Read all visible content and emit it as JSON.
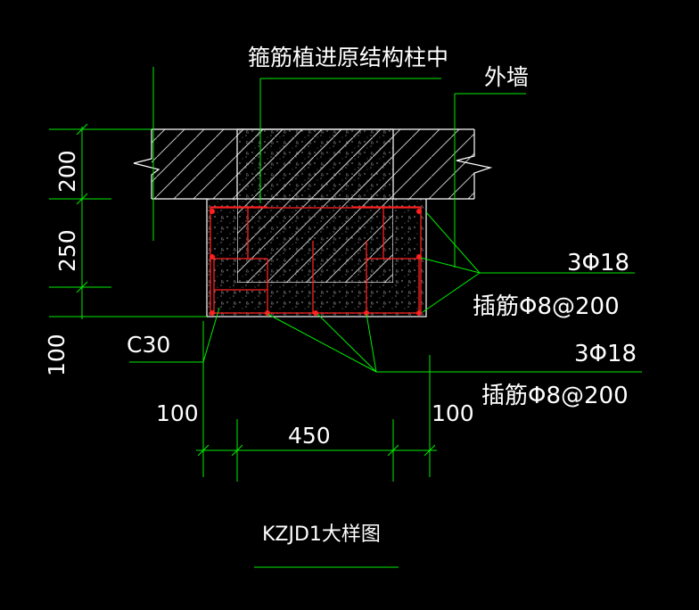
{
  "labels": {
    "stirrup_note": "箍筋植进原结构柱中",
    "outer_wall": "外墙",
    "concrete_grade": "C30",
    "rebar_top": "3Φ18",
    "dowel_top": "插筋Φ8@200",
    "rebar_bottom": "3Φ18",
    "dowel_bottom": "插筋Φ8@200",
    "title": "KZJD1大样图"
  },
  "dimensions": {
    "dim_200": "200",
    "dim_250": "250",
    "dim_100_left": "100",
    "dim_100_bottom_left": "100",
    "dim_450": "450",
    "dim_100_bottom_right": "100"
  },
  "colors": {
    "background": "#000000",
    "dimension_lines": "#00ff00",
    "outline": "#ffffff",
    "rebar": "#ff0000",
    "text": "#ffffff"
  }
}
